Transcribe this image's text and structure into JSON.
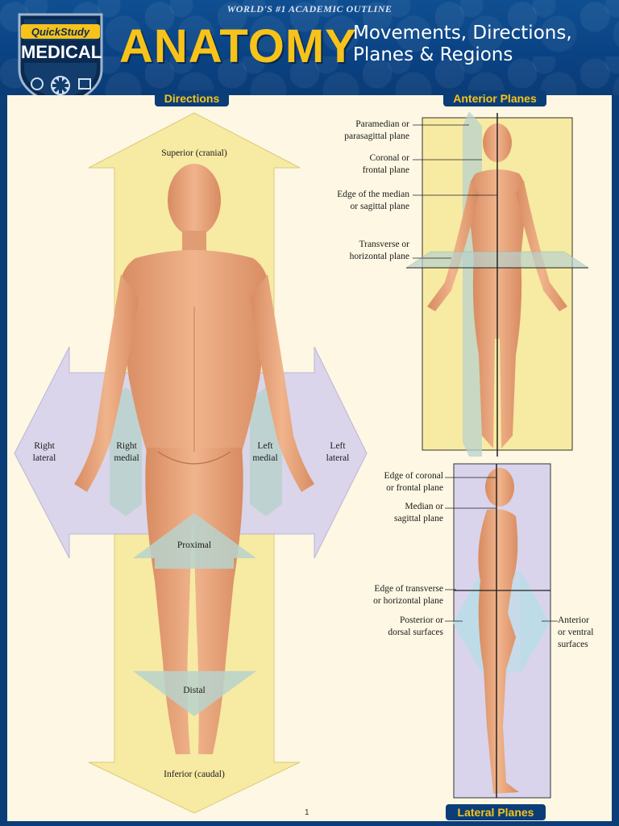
{
  "header": {
    "tagline": "WORLD'S #1 ACADEMIC OUTLINE",
    "title": "ANATOMY",
    "subtitle_line1": "Movements, Directions,",
    "subtitle_line2": "Planes & Regions",
    "logo_brand": "QuickStudy",
    "logo_category": "MEDICAL"
  },
  "sections": {
    "directions_tab": "Directions",
    "anterior_tab": "Anterior Planes",
    "lateral_tab": "Lateral Planes"
  },
  "directions": {
    "superior": "Superior (cranial)",
    "inferior": "Inferior (caudal)",
    "right_lateral_1": "Right",
    "right_lateral_2": "lateral",
    "right_medial_1": "Right",
    "right_medial_2": "medial",
    "left_medial_1": "Left",
    "left_medial_2": "medial",
    "left_lateral_1": "Left",
    "left_lateral_2": "lateral",
    "proximal": "Proximal",
    "distal": "Distal"
  },
  "anterior_planes": {
    "paramedian_1": "Paramedian or",
    "paramedian_2": "parasagittal plane",
    "coronal_1": "Coronal or",
    "coronal_2": "frontal plane",
    "median_edge_1": "Edge of the median",
    "median_edge_2": "or sagittal plane",
    "transverse_1": "Transverse or",
    "transverse_2": "horizontal plane"
  },
  "lateral_planes": {
    "coronal_edge_1": "Edge of coronal",
    "coronal_edge_2": "or frontal plane",
    "median_1": "Median or",
    "median_2": "sagittal plane",
    "transverse_edge_1": "Edge of transverse",
    "transverse_edge_2": "or horizontal plane",
    "posterior_1": "Posterior or",
    "posterior_2": "dorsal surfaces",
    "anterior_1": "Anterior",
    "anterior_2": "or ventral",
    "anterior_3": "surfaces"
  },
  "page_number": "1",
  "colors": {
    "navy": "#0b3e78",
    "gold": "#f7c31a",
    "arrow_yellow": "#f7eaa3",
    "arrow_lavender": "#d9d4ec",
    "arrow_teal": "#b8d2cc",
    "skin": "#e8a27a"
  }
}
